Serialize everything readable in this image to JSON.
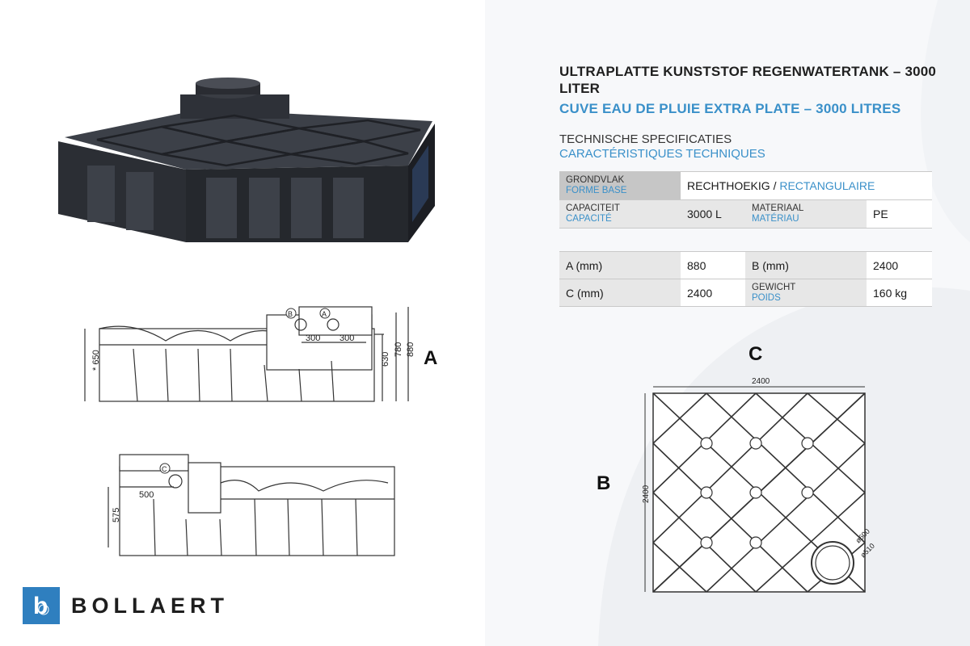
{
  "title": {
    "nl": "ULTRAPLATTE KUNSTSTOF REGENWATERTANK – 3000 LITER",
    "fr": "CUVE EAU DE PLUIE EXTRA PLATE – 3000 LITRES"
  },
  "subtitle": {
    "nl": "TECHNISCHE SPECIFICATIES",
    "fr": "CARACTÉRISTIQUES TECHNIQUES"
  },
  "specs": {
    "grondvlak_nl": "GRONDVLAK",
    "grondvlak_fr": "FORME BASE",
    "grondvlak_value_nl": "RECHTHOEKIG",
    "grondvlak_sep": " / ",
    "grondvlak_value_fr": "RECTANGULAIRE",
    "capaciteit_nl": "CAPACITEIT",
    "capaciteit_fr": "CAPACITÉ",
    "capaciteit_value": "3000 L",
    "materiaal_nl": "MATERIAAL",
    "materiaal_fr": "MATÉRIAU",
    "materiaal_value": "PE"
  },
  "dimensions": {
    "a_label": "A (mm)",
    "a_value": "880",
    "b_label": "B (mm)",
    "b_value": "2400",
    "c_label": "C (mm)",
    "c_value": "2400",
    "gewicht_nl": "GEWICHT",
    "gewicht_fr": "POIDS",
    "gewicht_value": "160 kg"
  },
  "drawing_labels": {
    "a": "A",
    "b": "B",
    "c": "C"
  },
  "side_view_a": {
    "dim_left": "* 650",
    "dim_300a": "300",
    "dim_300b": "300",
    "dim_630": "630",
    "dim_780": "780",
    "dim_880": "880",
    "marker_b": "B",
    "marker_a": "A"
  },
  "side_view_b": {
    "dim_500": "500",
    "dim_575": "575",
    "marker_c": "C"
  },
  "top_view": {
    "width": "2400",
    "height": "2400",
    "d600": "ø600",
    "d510": "ø510"
  },
  "brand": {
    "name": "BOLLAERT",
    "logo_letter": "b",
    "color": "#2f7fbf"
  }
}
